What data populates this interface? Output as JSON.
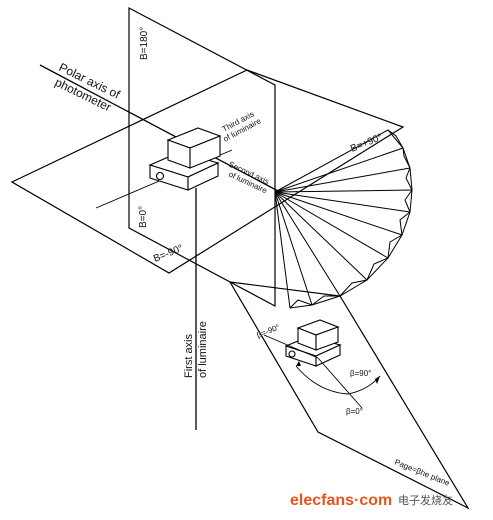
{
  "labels": {
    "b_180": "B=180°",
    "polar_axis": "Polar axis of",
    "polar_axis_2": "photometer",
    "third_axis": "Third axis",
    "third_axis_2": "of luminaire",
    "b_plus_90": "B=+90°",
    "second_axis": "Second axis",
    "second_axis_2": "of luminaire",
    "b_0": "B=0°",
    "b_minus_90": "B=-90°",
    "first_axis": "First axis",
    "first_axis_2": "of luminaire",
    "beta_minus_90": "β=-90°",
    "beta_plus_90": "β=90°",
    "beta_0": "β=0°",
    "page_plane": "Page=βhe plane"
  },
  "watermark": {
    "brand": "elecfans·com",
    "chinese": "电子发烧友"
  },
  "colors": {
    "line": "#000000",
    "brand": "#e8541a",
    "background": "#ffffff"
  }
}
